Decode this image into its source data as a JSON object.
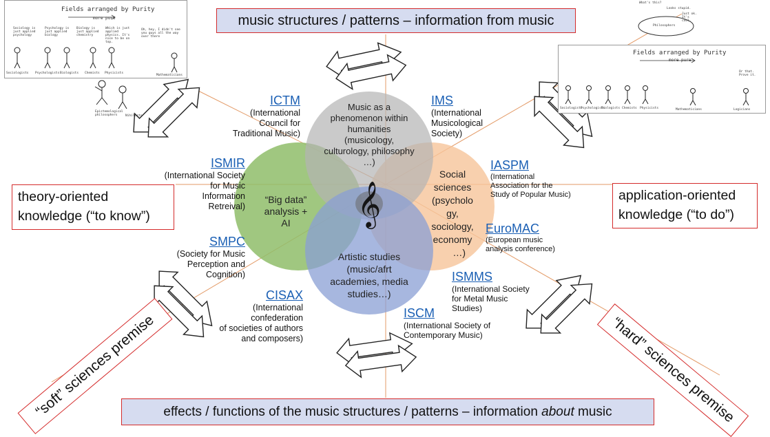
{
  "top_banner": "music structures / patterns – information from music",
  "bottom_banner_pre": "effects / functions of the music structures / patterns – information ",
  "bottom_banner_em": "about",
  "bottom_banner_post": " music",
  "left_box": [
    "theory-oriented",
    "knowledge (“to know”)"
  ],
  "right_box": [
    "application-oriented",
    "knowledge (“to do”)"
  ],
  "soft_premise": "“soft” sciences premise",
  "hard_premise": "“hard” sciences premise",
  "circles": {
    "top": [
      "Music as a",
      "phenomenon within",
      "humanities",
      "(musicology,",
      "culturology, philosophy",
      "…)"
    ],
    "left": [
      "“Big data”",
      "analysis +",
      "AI"
    ],
    "right": [
      "Social",
      "sciences",
      "(psycholo",
      "gy,",
      "sociology,",
      "economy",
      "…)"
    ],
    "bottom": [
      "Artistic studies",
      "(music/afrt",
      "academies, media",
      "studies…)"
    ]
  },
  "orgs": {
    "ictm": {
      "abbr": "ICTM",
      "lines": [
        "(International",
        "Council for",
        "Traditional Music)"
      ]
    },
    "ims": {
      "abbr": "IMS",
      "lines": [
        "(International",
        "Musicological",
        "Society)"
      ]
    },
    "ismir": {
      "abbr": "ISMIR",
      "lines": [
        "(International Society",
        "for Music",
        "Information",
        "Retreival)"
      ]
    },
    "iaspm": {
      "abbr": "IASPM",
      "lines": [
        "(International",
        "Association for the",
        "Study of Popular Music)"
      ]
    },
    "smpc": {
      "abbr": "SMPC",
      "lines": [
        "(Society for Music",
        "Perception and",
        "Cognition)"
      ]
    },
    "euromac": {
      "abbr": "EuroMAC",
      "lines": [
        "(European music",
        "analysis conference)"
      ]
    },
    "cisax": {
      "abbr": "CISAX",
      "lines": [
        "(International",
        "confederation",
        "of societies of authors",
        "and composers)"
      ]
    },
    "ismms": {
      "abbr": "ISMMS",
      "lines": [
        "(International Society",
        "for Metal Music",
        "Studies)"
      ]
    },
    "iscm": {
      "abbr": "ISCM",
      "lines": [
        "(International Society of",
        "Contemporary Music)"
      ]
    }
  },
  "comic_left": {
    "title": "Fields arranged by Purity",
    "arrow_label": "more pure",
    "speech": [
      "Sociology is just applied psychology",
      "Psychology is just applied biology",
      "Biology is just applied chemistry",
      "Which is just applied physics. It's nice to be on top.",
      "Oh, hey, I didn't see you guys all the way over there"
    ],
    "people": [
      "Sociologists",
      "Psychologists",
      "Biologists",
      "Chemists",
      "Physicists",
      "Mathematicians"
    ],
    "bottom_labels": [
      "Epistemological philosophers",
      "Nihilists"
    ]
  },
  "comic_right": {
    "title": "Fields arranged by Purity",
    "arrow_label": "more pure",
    "people": [
      "Sociologists",
      "Psychologists",
      "Biologists",
      "Chemists",
      "Physicists",
      "Mathematicians",
      "Logicians"
    ],
    "speech_extra": "Or that. Prove it.",
    "cloud_speech": [
      "What's this?",
      "Looks stupid.",
      "Just ok. It's cool."
    ],
    "cloud_label": "Philosophers"
  },
  "colors": {
    "gray_circle": "#b3b3b3",
    "green_circle": "#8fbd6a",
    "orange_circle": "#f6c49a",
    "blue_circle": "#8a9fd4",
    "banner_fill": "#d6dcf0",
    "banner_border": "#d42a2a",
    "link": "#1a5fb4",
    "axis_line": "#e39a66"
  },
  "icons": [
    "treble-clef-icon",
    "double-arrow-icon"
  ]
}
